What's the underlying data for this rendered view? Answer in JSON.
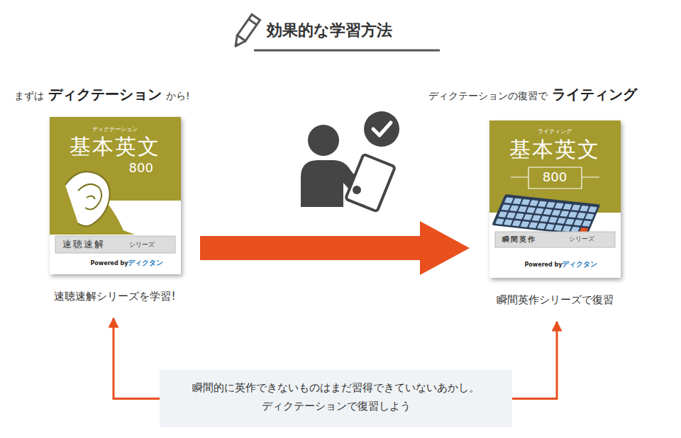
{
  "diagram": {
    "title": "効果的な学習方法",
    "nodes": [
      {
        "text": [
          "ディクテーション",
          "基本英文",
          "800",
          "速聴速解",
          "シリーズ",
          "Powered by",
          "ディクタン",
          "速聴速解シリーズを学習!"
        ]
      },
      {
        "text": [
          "ライティング",
          "基本英文",
          "800",
          "瞬間英作",
          "シリーズ",
          "Powered by",
          "ディクタン",
          "瞬間英作シリーズで復習"
        ]
      },
      {
        "text": [
          "瞬間的に英作できないものはまだ習得できていないあかし。",
          "ディクテーションで復習しよう"
        ]
      }
    ],
    "edges": [
      {
        "from": 0,
        "to": 1,
        "arrow": "to"
      },
      {
        "from": 2,
        "to": 0,
        "arrow": "to"
      },
      {
        "from": 2,
        "to": 1,
        "arrow": "to"
      }
    ],
    "labels": [
      "まずは",
      "ディクテーション",
      "から!",
      "ディクテーションの復習で",
      "ライティング"
    ]
  }
}
